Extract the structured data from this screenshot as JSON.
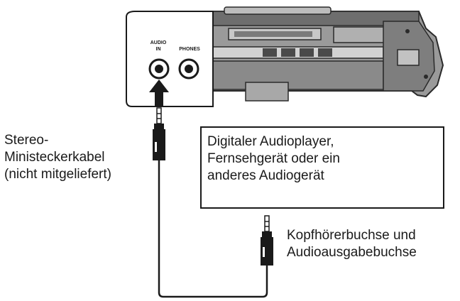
{
  "device_panel": {
    "audio_in_line1": "AUDIO",
    "audio_in_line2": "IN",
    "phones_label": "PHONES"
  },
  "cable_label": [
    "Stereo-",
    "Ministeckerkabel",
    "(nicht mitgeliefert)"
  ],
  "player_box_label": [
    "Digitaler Audioplayer,",
    "Fernsehgerät oder ein",
    "anderes Audiogerät"
  ],
  "jack_label": [
    "Kopfhörerbuchse und",
    "Audioausgabebuchse"
  ],
  "colors": {
    "ink": "#1a1a1a",
    "device_gray": "#8a8a8a",
    "device_dark": "#3a3a3a"
  }
}
